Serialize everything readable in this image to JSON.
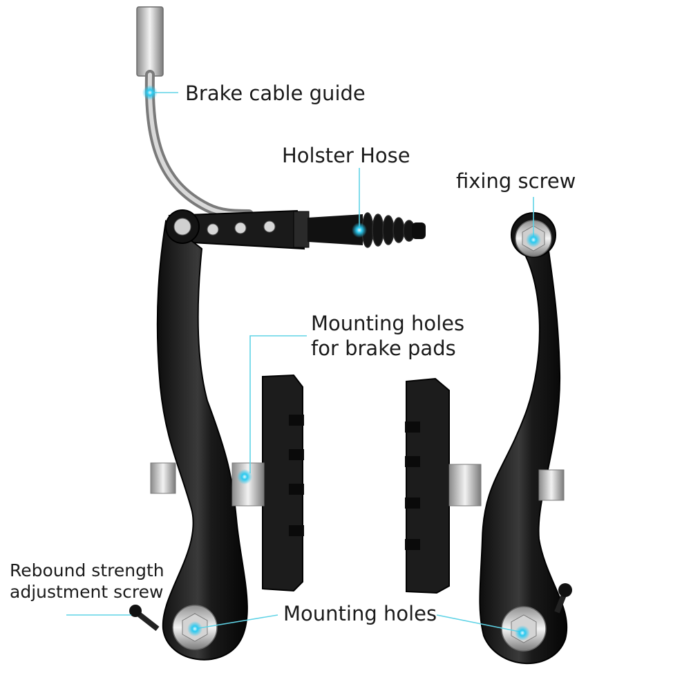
{
  "labels": {
    "brake_cable_guide": "Brake cable guide",
    "holster_hose": "Holster Hose",
    "fixing_screw": "fixing screw",
    "mounting_holes_pads_line1": "Mounting holes",
    "mounting_holes_pads_line2": "for brake pads",
    "rebound_line1": "Rebound strength",
    "rebound_line2": "adjustment screw",
    "mounting_holes": "Mounting holes"
  },
  "colors": {
    "background": "#ffffff",
    "arm": "#141414",
    "arm_highlight": "#5a5a5a",
    "metal": "#c8c8c8",
    "pad": "#1c1c1c",
    "callout": "#5fd3e6",
    "callout_dot": "#29c9f0",
    "text": "#1a1a1a"
  }
}
